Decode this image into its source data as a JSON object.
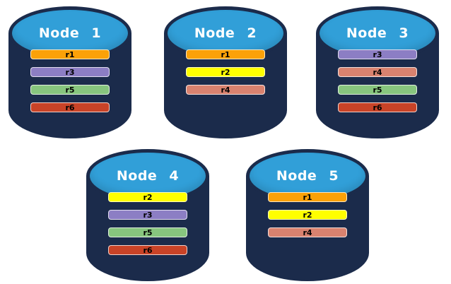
{
  "colors": {
    "page_background": "#FFFFFF",
    "cylinder_body": "#1B2B4B",
    "cylinder_top": "#319FD8",
    "node_label_text": "#FFFFFF",
    "replica_label_text": "#000000"
  },
  "nodes": [
    {
      "label": "Node 1",
      "replicas": [
        {
          "id": "r1",
          "color": "#FBA108"
        },
        {
          "id": "r3",
          "color": "#8C7EC4"
        },
        {
          "id": "r5",
          "color": "#87C57E"
        },
        {
          "id": "r6",
          "color": "#C94327"
        }
      ]
    },
    {
      "label": "Node 2",
      "replicas": [
        {
          "id": "r1",
          "color": "#FBA108"
        },
        {
          "id": "r2",
          "color": "#FFFF00"
        },
        {
          "id": "r4",
          "color": "#D9826F"
        }
      ]
    },
    {
      "label": "Node 3",
      "replicas": [
        {
          "id": "r3",
          "color": "#8C7EC4"
        },
        {
          "id": "r4",
          "color": "#D9826F"
        },
        {
          "id": "r5",
          "color": "#87C57E"
        },
        {
          "id": "r6",
          "color": "#C94327"
        }
      ]
    },
    {
      "label": "Node 4",
      "replicas": [
        {
          "id": "r2",
          "color": "#FFFF00"
        },
        {
          "id": "r3",
          "color": "#8C7EC4"
        },
        {
          "id": "r5",
          "color": "#87C57E"
        },
        {
          "id": "r6",
          "color": "#C94327"
        }
      ]
    },
    {
      "label": "Node 5",
      "replicas": [
        {
          "id": "r1",
          "color": "#FBA108"
        },
        {
          "id": "r2",
          "color": "#FFFF00"
        },
        {
          "id": "r4",
          "color": "#D9826F"
        }
      ]
    }
  ]
}
